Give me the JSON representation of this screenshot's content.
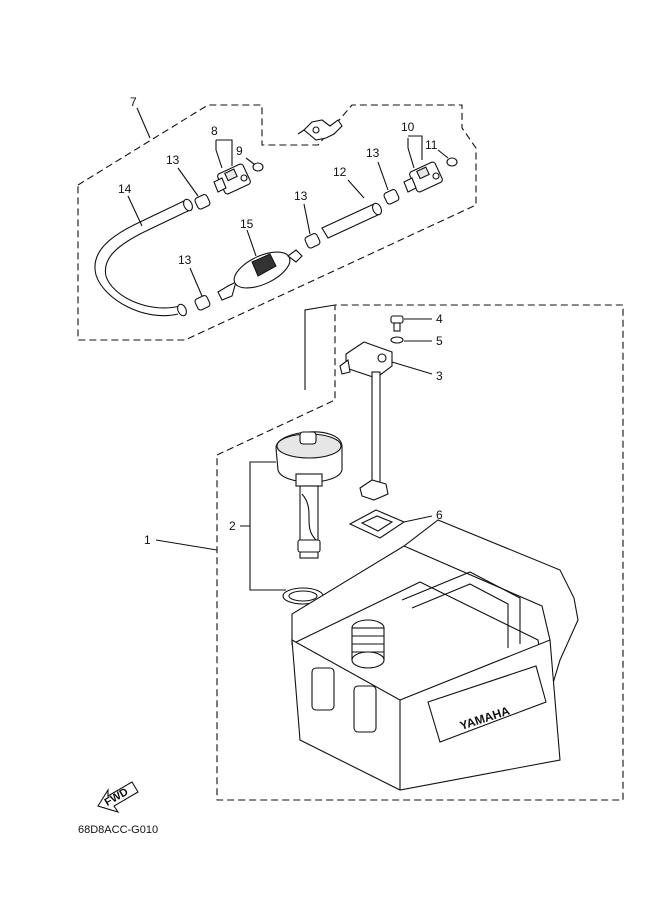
{
  "callouts": [
    {
      "id": "7",
      "text": "7"
    },
    {
      "id": "8",
      "text": "8"
    },
    {
      "id": "9",
      "text": "9"
    },
    {
      "id": "10",
      "text": "10"
    },
    {
      "id": "11",
      "text": "11"
    },
    {
      "id": "12",
      "text": "12"
    },
    {
      "id": "13a",
      "text": "13"
    },
    {
      "id": "13b",
      "text": "13"
    },
    {
      "id": "13c",
      "text": "13"
    },
    {
      "id": "13d",
      "text": "13"
    },
    {
      "id": "14",
      "text": "14"
    },
    {
      "id": "15",
      "text": "15"
    },
    {
      "id": "4",
      "text": "4"
    },
    {
      "id": "5",
      "text": "5"
    },
    {
      "id": "3",
      "text": "3"
    },
    {
      "id": "2",
      "text": "2"
    },
    {
      "id": "6",
      "text": "6"
    },
    {
      "id": "1",
      "text": "1"
    }
  ],
  "brand_label": "YAMAHA",
  "fwd_label": "FWD",
  "diagram_code": "68D8ACC-G010"
}
